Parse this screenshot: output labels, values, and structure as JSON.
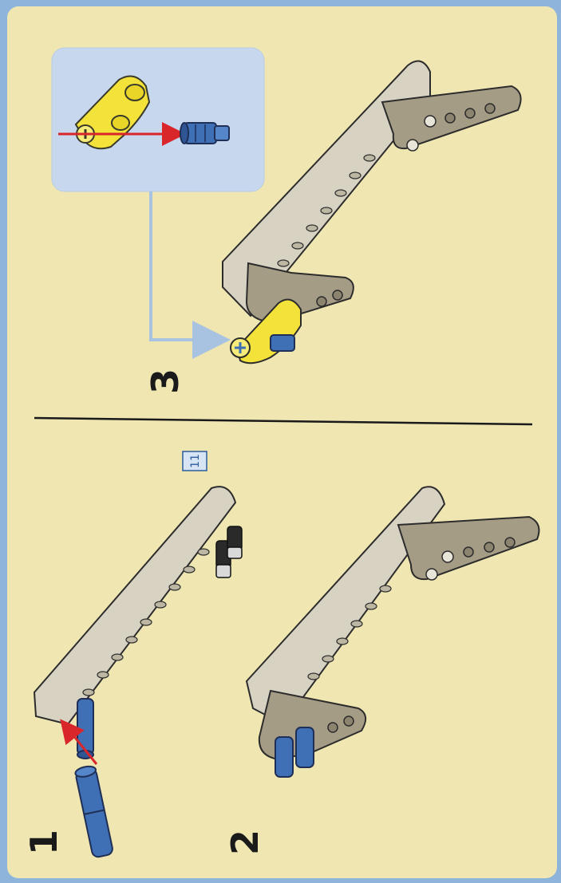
{
  "steps": [
    {
      "number": "1"
    },
    {
      "number": "2"
    },
    {
      "number": "3"
    }
  ],
  "part_count_badge": "11",
  "colors": {
    "page_background": "#efe6b2",
    "border_blue": "#8fb4dc",
    "light_gray_beam": "#d8d2c2",
    "dark_tan_beam": "#a59c86",
    "pin_blue": "#3f6fb5",
    "connector_yellow": "#f3e23a",
    "arrow_red": "#d8262b",
    "callout_blue": "#c7d8ee"
  }
}
